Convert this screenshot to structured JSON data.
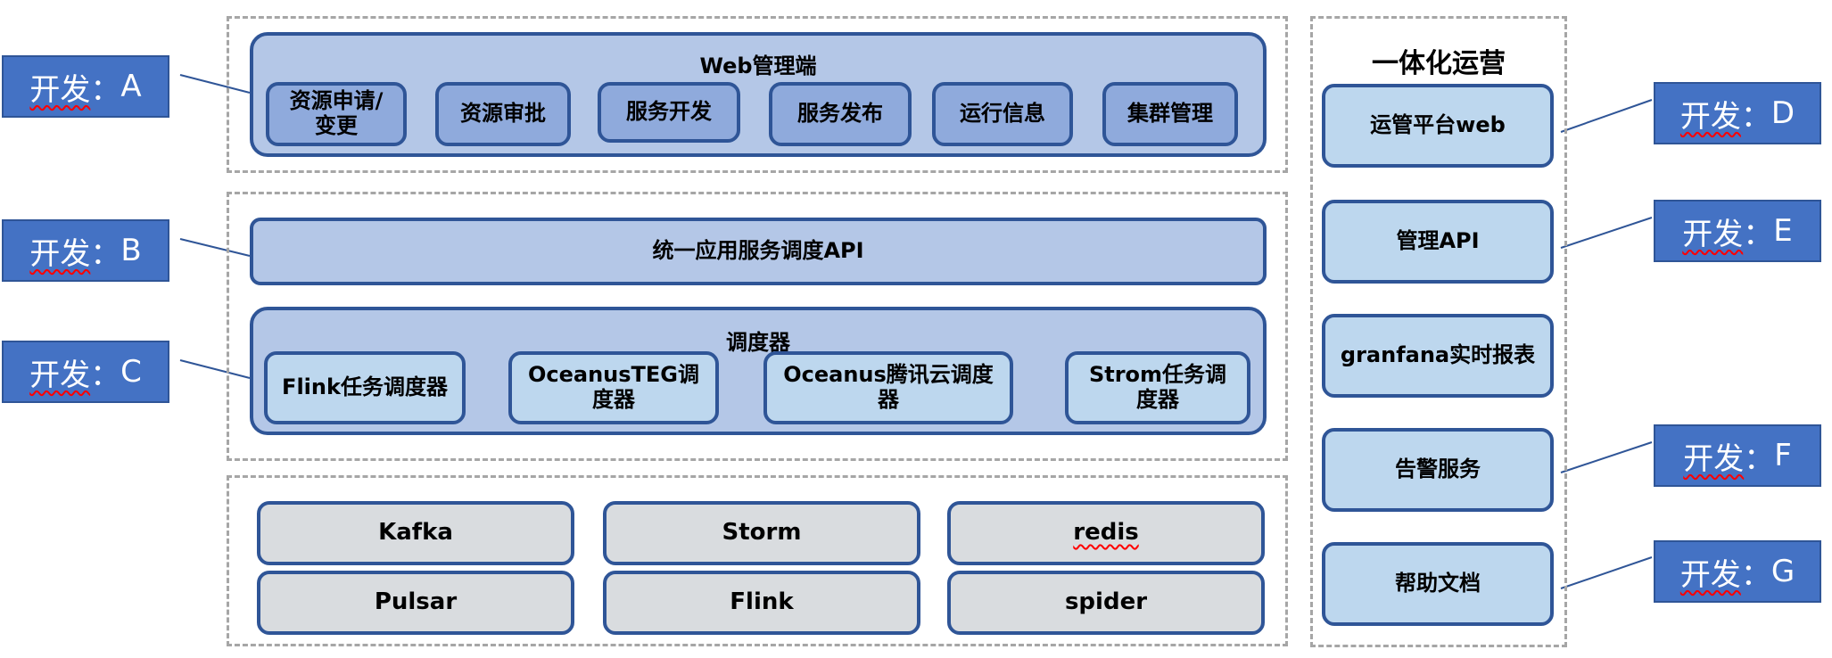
{
  "web_layer": {
    "title": "Web管理端",
    "items": [
      "资源申请/\n变更",
      "资源审批",
      "服务开发",
      "服务发布",
      "运行信息",
      "集群管理"
    ]
  },
  "api_layer": {
    "title": "统一应用服务调度API"
  },
  "scheduler_layer": {
    "title": "调度器",
    "items": [
      "Flink任务调度器",
      "OceanusTEG调\n度器",
      "Oceanus腾讯云调度\n器",
      "Strom任务调\n度器"
    ]
  },
  "infra_layer": {
    "items": [
      "Kafka",
      "Storm",
      "redis",
      "Pulsar",
      "Flink",
      "spider"
    ]
  },
  "ops_column": {
    "title": "一体化运营",
    "items": [
      "运管平台web",
      "管理API",
      "granfana实时报表",
      "告警服务",
      "帮助文档"
    ]
  },
  "callouts": [
    {
      "text": "开发",
      "sep": "：",
      "letter": "A"
    },
    {
      "text": "开发",
      "sep": "：",
      "letter": "B"
    },
    {
      "text": "开发",
      "sep": "：",
      "letter": "C"
    },
    {
      "text": "开发",
      "sep": "：",
      "letter": "D"
    },
    {
      "text": "开发",
      "sep": "：",
      "letter": "E"
    },
    {
      "text": "开发",
      "sep": "：",
      "letter": "F"
    },
    {
      "text": "开发",
      "sep": "：",
      "letter": "G"
    }
  ],
  "colors": {
    "border": "#2f5597",
    "panel": "#b4c7e7",
    "box_mid": "#8faadc",
    "box_light": "#bdd7ee",
    "box_grey": "#d9dcdf",
    "callout": "#4472c4",
    "dash": "#a6a6a6"
  }
}
